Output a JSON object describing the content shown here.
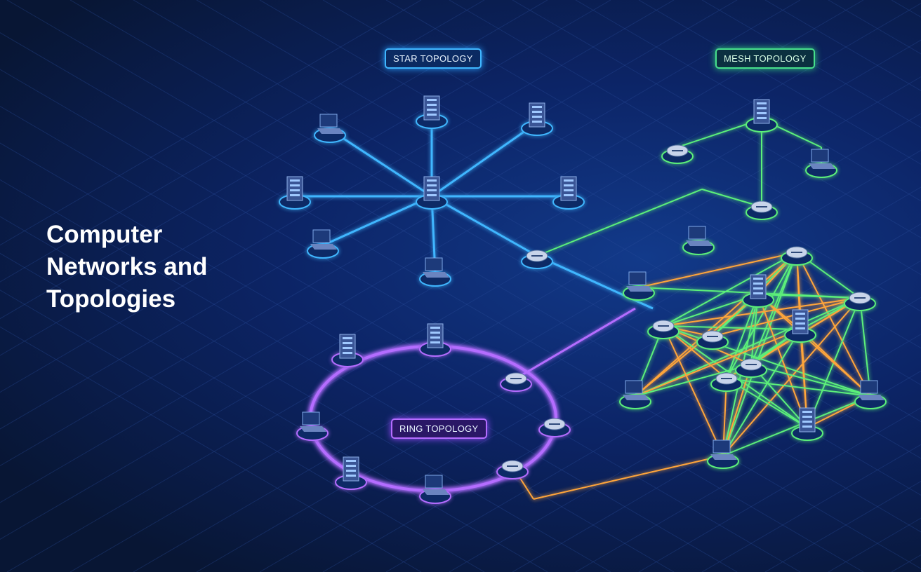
{
  "title": "Computer Networks and Topologies",
  "labels": {
    "star": "STAR TOPOLOGY",
    "mesh": "MESH TOPOLOGY",
    "ring": "RING TOPOLOGY"
  },
  "colors": {
    "background": "#0a1740",
    "star": "#3fb6ff",
    "mesh_green": "#5cf07a",
    "mesh_orange": "#ffa53a",
    "ring": "#b46dff"
  },
  "star": {
    "hub": "server-icon",
    "nodes": [
      "database-icon",
      "laptop-icon",
      "server-icon",
      "database-icon",
      "database-icon",
      "laptop-icon",
      "desktop-icon",
      "router-icon"
    ]
  },
  "ring": {
    "nodes": [
      "server-icon",
      "server-icon",
      "router-icon",
      "router-icon",
      "router-icon",
      "laptop-icon",
      "server-icon",
      "laptop-icon"
    ]
  },
  "mesh": {
    "nodes": [
      "laptop-icon",
      "router-icon",
      "router-icon",
      "laptop-icon",
      "switch-icon",
      "server-icon",
      "switch-icon",
      "server-icon",
      "switch-icon",
      "laptop-icon",
      "switch-icon",
      "laptop-icon",
      "laptop-icon",
      "server-icon"
    ]
  }
}
